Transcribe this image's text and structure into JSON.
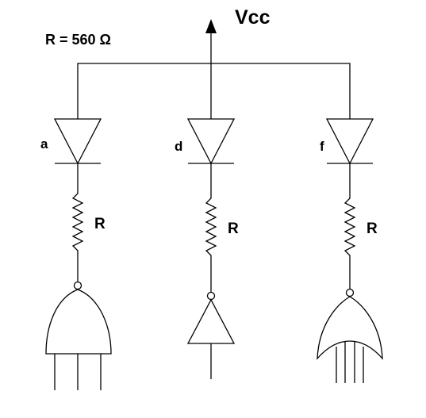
{
  "labels": {
    "supply": "Vcc",
    "resistor_value": "R = 560 Ω"
  },
  "branches": [
    {
      "segment": "a",
      "resistor": "R",
      "gate": "and"
    },
    {
      "segment": "d",
      "resistor": "R",
      "gate": "not"
    },
    {
      "segment": "f",
      "resistor": "R",
      "gate": "or"
    }
  ]
}
